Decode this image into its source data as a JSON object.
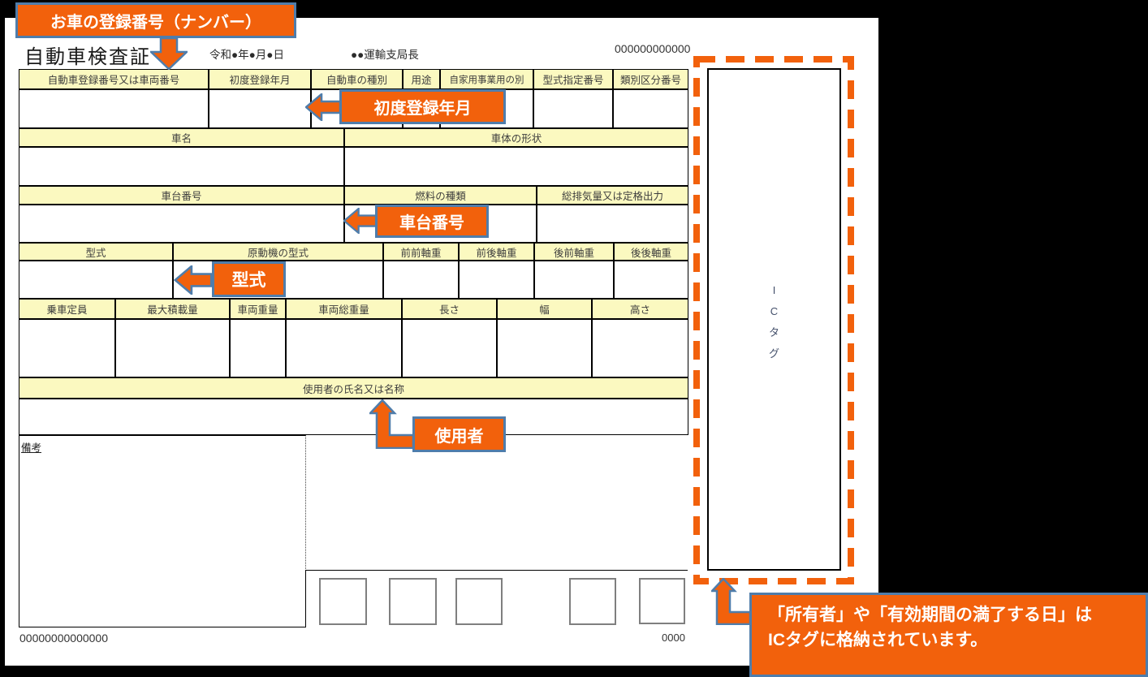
{
  "header": {
    "title": "自動車検査証",
    "issue_date": "令和●年●月●日",
    "issuer": "●●運輸支局長",
    "serial_top": "000000000000"
  },
  "footer": {
    "serial_bottom_left": "00000000000000",
    "serial_bottom_right": "0000"
  },
  "table": {
    "r1": [
      "自動車登録番号又は車両番号",
      "初度登録年月",
      "自動車の種別",
      "用途",
      "自家用事業用の別",
      "型式指定番号",
      "類別区分番号"
    ],
    "r2": [
      "車名",
      "車体の形状"
    ],
    "r3": [
      "車台番号",
      "燃料の種類",
      "総排気量又は定格出力"
    ],
    "r4": [
      "型式",
      "原動機の型式",
      "前前軸重",
      "前後軸重",
      "後前軸重",
      "後後軸重"
    ],
    "r5": [
      "乗車定員",
      "最大積載量",
      "車両重量",
      "車両総重量",
      "長さ",
      "幅",
      "高さ"
    ],
    "r6": [
      "使用者の氏名又は名称"
    ],
    "remarks_label": "備考"
  },
  "callouts": {
    "registration_number": "お車の登録番号（ナンバー）",
    "first_registration": "初度登録年月",
    "chassis_number": "車台番号",
    "model": "型式",
    "user": "使用者",
    "ic_note_line1": "「所有者」や「有効期間の満了する日」は",
    "ic_note_line2": "ICタグに格納されています。"
  },
  "ic_tag": {
    "chars": [
      "I",
      "C",
      "タ",
      "グ"
    ]
  },
  "colors": {
    "accent_orange": "#f2610c",
    "callout_border_blue": "#4f7dab",
    "header_yellow": "#fbf9c0"
  }
}
